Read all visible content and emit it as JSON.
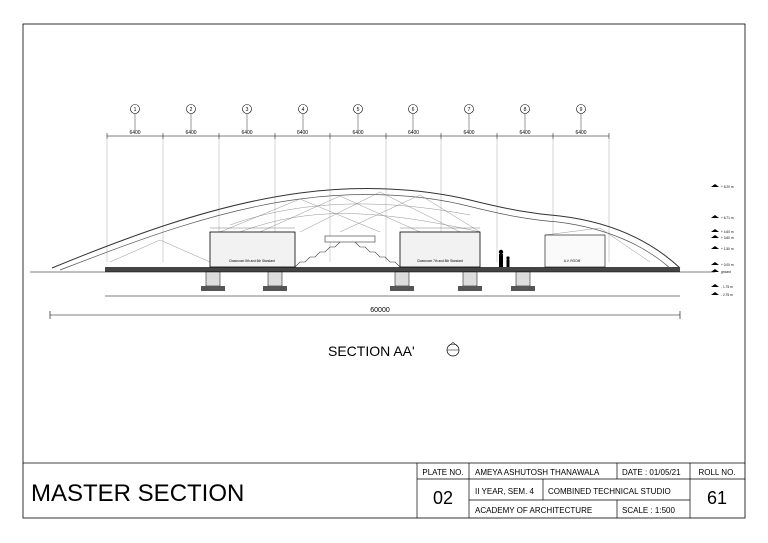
{
  "drawing": {
    "grid_labels": [
      "1",
      "2",
      "3",
      "4",
      "5",
      "6",
      "7",
      "8",
      "9"
    ],
    "bay_dims": [
      "6400",
      "6400",
      "6400",
      "6400",
      "6400",
      "6400",
      "6400",
      "6400",
      "6400"
    ],
    "overall_dim": "60000",
    "section_title": "SECTION AA'",
    "room_labels": [
      "Classroom 5th and 6th Standard",
      "Classroom 7th and 8th Standard",
      "A.V. ROOM"
    ],
    "level_markers": [
      "+ 8.20 m",
      "+ 6.71 m",
      "+ 4.60 m",
      "+ 3.60 m",
      "+ 1.50 m",
      "+ 0.00 m",
      "ground",
      "- 1.75 m",
      "- 2.75 m"
    ]
  },
  "title_block": {
    "main_title": "MASTER SECTION",
    "plate_no_label": "PLATE NO.",
    "plate_no": "02",
    "student_name": "AMEYA  ASHUTOSH THANAWALA",
    "date": "DATE : 01/05/21",
    "roll_no_label": "ROLL NO.",
    "roll_no": "61",
    "year_sem": "II YEAR, SEM. 4",
    "studio": "COMBINED TECHNICAL STUDIO",
    "academy": "ACADEMY OF ARCHITECTURE",
    "scale": "SCALE : 1:500"
  }
}
